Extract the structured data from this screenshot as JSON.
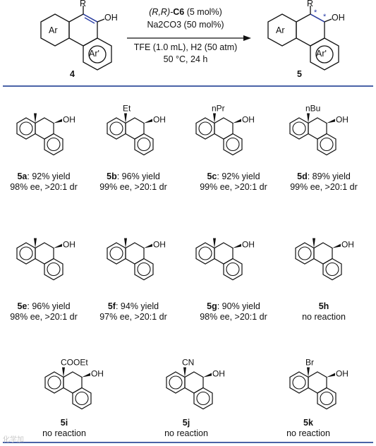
{
  "scheme": {
    "substrate_num": "4",
    "product_num": "5",
    "sub_R": "R",
    "sub_OH": "OH",
    "sub_Ar": "Ar",
    "sub_ArPrime": "Ar'",
    "prod_R": "R",
    "prod_OH": "OH",
    "prod_Ar": "Ar",
    "prod_ArPrime": "Ar'",
    "stereo_star": "*",
    "cond1_a": "(R,R)-",
    "cond1_b": "C6",
    "cond1_c": " (5 mol%)",
    "cond2": "Na2CO3 (50 mol%)",
    "cond3": "TFE (1.0 mL), H2 (50 atm)",
    "cond4": "50 °C, 24 h"
  },
  "compounds": [
    {
      "id": "5a",
      "sub": "",
      "line1": ": 92% yield",
      "line2": "98% ee, >20:1 dr"
    },
    {
      "id": "5b",
      "sub": "Et",
      "line1": ": 96% yield",
      "line2": "99% ee, >20:1 dr"
    },
    {
      "id": "5c",
      "sub": "nPr",
      "line1": ": 92% yield",
      "line2": "99% ee, >20:1 dr"
    },
    {
      "id": "5d",
      "sub": "nBu",
      "line1": ": 89% yield",
      "line2": "99% ee, >20:1 dr"
    },
    {
      "id": "5e",
      "sub": "",
      "line1": ": 96% yield",
      "line2": "98% ee, >20:1 dr"
    },
    {
      "id": "5f",
      "sub": "",
      "line1": ": 94% yield",
      "line2": "97% ee, >20:1 dr"
    },
    {
      "id": "5g",
      "sub": "",
      "line1": ": 90% yield",
      "line2": "98% ee, >20:1 dr"
    },
    {
      "id": "5h",
      "sub": "",
      "line1": "",
      "line2": "no reaction"
    },
    {
      "id": "5i",
      "sub": "COOEt",
      "line1": "",
      "line2": "no reaction"
    },
    {
      "id": "5j",
      "sub": "CN",
      "line1": "",
      "line2": "no reaction"
    },
    {
      "id": "5k",
      "sub": "Br",
      "line1": "",
      "line2": "no reaction"
    }
  ],
  "oh_label": "OH",
  "watermark": "化学加"
}
